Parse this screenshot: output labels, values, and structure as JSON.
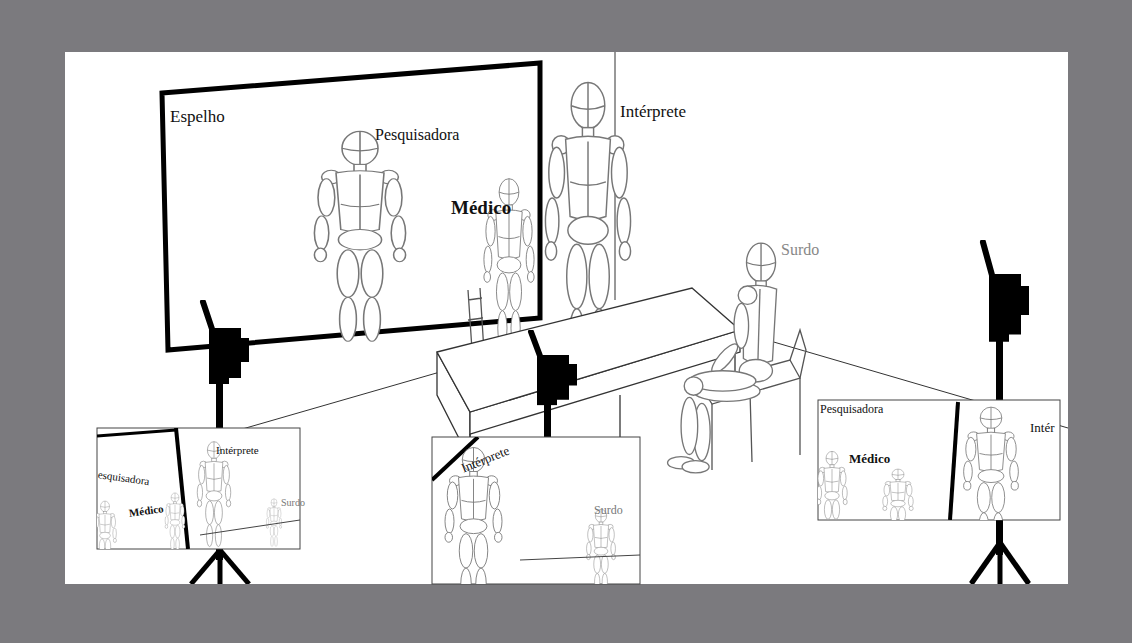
{
  "diagram": {
    "nodes": [
      {
        "text": [
          "Espelho",
          "Pesquisadora"
        ]
      }
    ],
    "labels": [
      "Médico",
      "Intérprete",
      "Surdo",
      "esquisadora",
      "Médico",
      "Intérprete",
      "Surdo",
      "Intérprete",
      "Surdo",
      "Pesquisadora",
      "Médico",
      "Intér"
    ]
  }
}
